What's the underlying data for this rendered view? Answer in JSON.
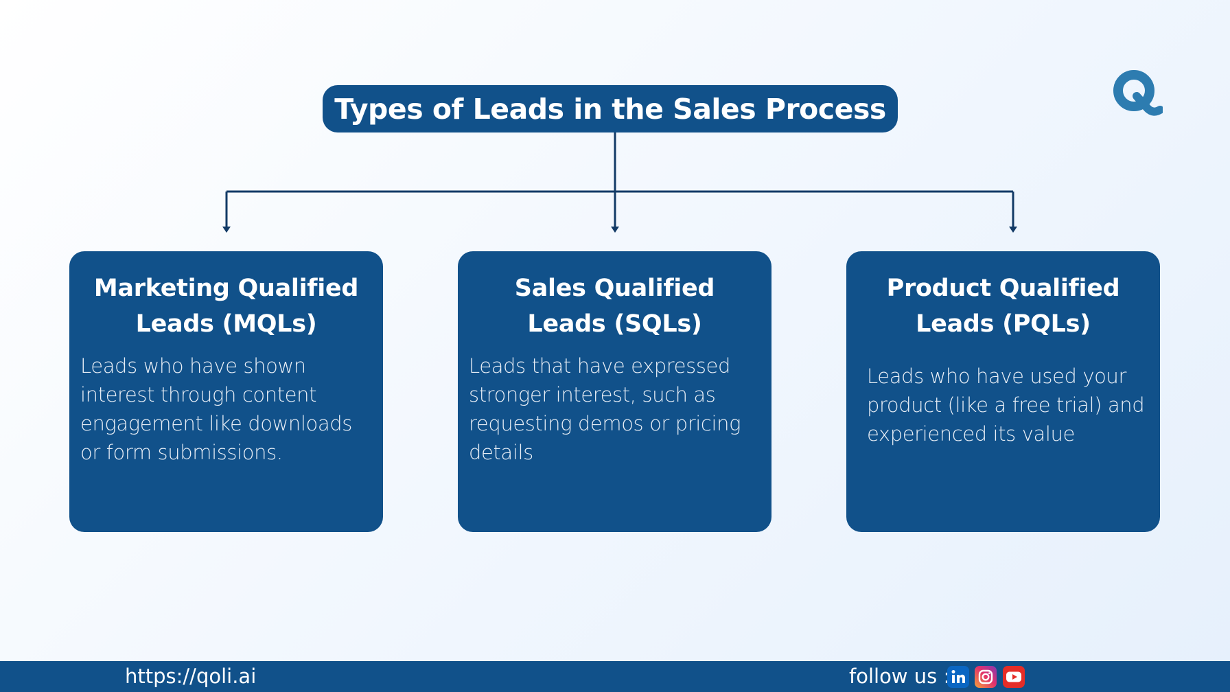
{
  "title": "Types of Leads in the Sales Process",
  "brand": {
    "logo_icon": "qoli-q-logo-icon",
    "primary_color": "#11518a",
    "logo_color": "#2d7cb0"
  },
  "cards": [
    {
      "title_line1": "Marketing Qualified",
      "title_line2": "Leads (MQLs)",
      "description": "Leads who have shown interest through content engagement like downloads or form submissions."
    },
    {
      "title_line1": "Sales Qualified",
      "title_line2": "Leads (SQLs)",
      "description": "Leads that have expressed stronger interest, such as requesting demos or pricing details"
    },
    {
      "title_line1": "Product Qualified",
      "title_line2": "Leads (PQLs)",
      "description": "Leads who have used your product (like a free trial) and experienced its value"
    }
  ],
  "footer": {
    "url": "https://qoli.ai",
    "follow_label": "follow us :",
    "social_icons": [
      "linkedin-icon",
      "instagram-icon",
      "youtube-icon"
    ]
  }
}
